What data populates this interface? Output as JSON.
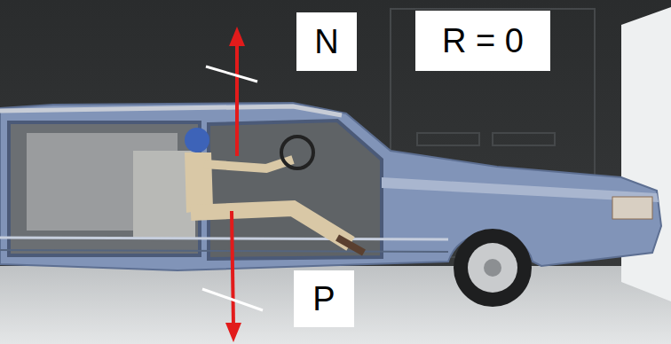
{
  "diagram": {
    "nodes": [
      {
        "text": [
          "N"
        ]
      },
      {
        "text": [
          "R = 0"
        ]
      },
      {
        "text": [
          "P"
        ]
      }
    ]
  }
}
